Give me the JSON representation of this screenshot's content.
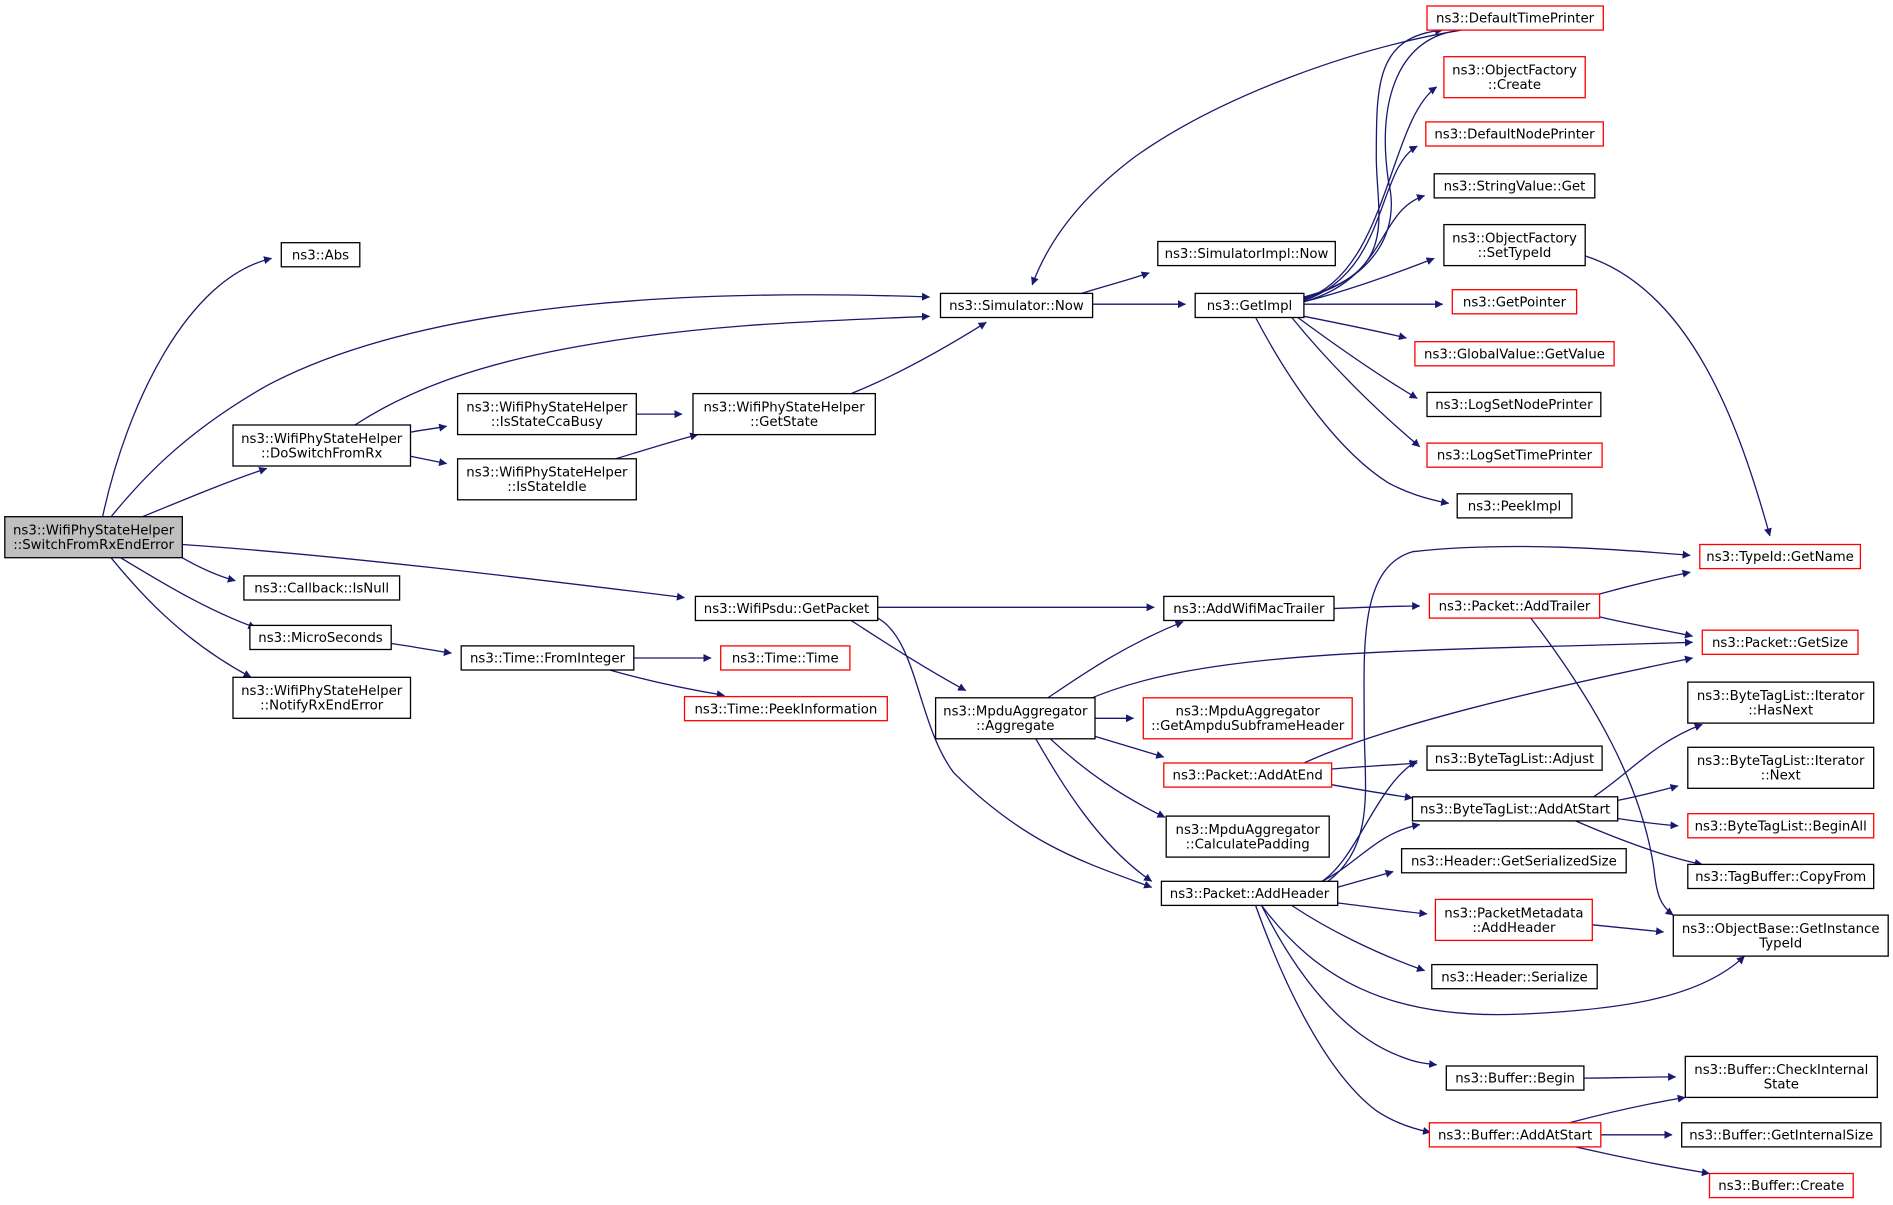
{
  "colors": {
    "edge": "#191970",
    "normal_border": "#000000",
    "truncated_border": "#ff0000",
    "root_fill": "#bfbfbf",
    "node_fill": "#ffffff",
    "text": "#000000"
  },
  "nodes": [
    {
      "id": "switchFromRxEndError",
      "lines": [
        "ns3::WifiPhyStateHelper",
        "::SwitchFromRxEndError"
      ],
      "kind": "root"
    },
    {
      "id": "abs",
      "lines": [
        "ns3::Abs"
      ],
      "kind": "normal"
    },
    {
      "id": "doSwitchFromRx",
      "lines": [
        "ns3::WifiPhyStateHelper",
        "::DoSwitchFromRx"
      ],
      "kind": "normal"
    },
    {
      "id": "callbackIsNull",
      "lines": [
        "ns3::Callback::IsNull"
      ],
      "kind": "normal"
    },
    {
      "id": "microSeconds",
      "lines": [
        "ns3::MicroSeconds"
      ],
      "kind": "normal"
    },
    {
      "id": "notifyRxEndError",
      "lines": [
        "ns3::WifiPhyStateHelper",
        "::NotifyRxEndError"
      ],
      "kind": "normal"
    },
    {
      "id": "isStateCcaBusy",
      "lines": [
        "ns3::WifiPhyStateHelper",
        "::IsStateCcaBusy"
      ],
      "kind": "normal"
    },
    {
      "id": "isStateIdle",
      "lines": [
        "ns3::WifiPhyStateHelper",
        "::IsStateIdle"
      ],
      "kind": "normal"
    },
    {
      "id": "getState",
      "lines": [
        "ns3::WifiPhyStateHelper",
        "::GetState"
      ],
      "kind": "normal"
    },
    {
      "id": "timeFromInteger",
      "lines": [
        "ns3::Time::FromInteger"
      ],
      "kind": "normal"
    },
    {
      "id": "timeTime",
      "lines": [
        "ns3::Time::Time"
      ],
      "kind": "truncated"
    },
    {
      "id": "timePeekInformation",
      "lines": [
        "ns3::Time::PeekInformation"
      ],
      "kind": "truncated"
    },
    {
      "id": "simulatorNow",
      "lines": [
        "ns3::Simulator::Now"
      ],
      "kind": "normal"
    },
    {
      "id": "wifiPsduGetPacket",
      "lines": [
        "ns3::WifiPsdu::GetPacket"
      ],
      "kind": "normal"
    },
    {
      "id": "mpduAggregate",
      "lines": [
        "ns3::MpduAggregator",
        "::Aggregate"
      ],
      "kind": "normal"
    },
    {
      "id": "simulatorImplNow",
      "lines": [
        "ns3::SimulatorImpl::Now"
      ],
      "kind": "normal"
    },
    {
      "id": "getImpl",
      "lines": [
        "ns3::GetImpl"
      ],
      "kind": "normal"
    },
    {
      "id": "addWifiMacTrailer",
      "lines": [
        "ns3::AddWifiMacTrailer"
      ],
      "kind": "normal"
    },
    {
      "id": "getAmpduSubframeHeader",
      "lines": [
        "ns3::MpduAggregator",
        "::GetAmpduSubframeHeader"
      ],
      "kind": "truncated"
    },
    {
      "id": "packetAddAtEnd",
      "lines": [
        "ns3::Packet::AddAtEnd"
      ],
      "kind": "truncated"
    },
    {
      "id": "calculatePadding",
      "lines": [
        "ns3::MpduAggregator",
        "::CalculatePadding"
      ],
      "kind": "normal"
    },
    {
      "id": "packetAddHeader",
      "lines": [
        "ns3::Packet::AddHeader"
      ],
      "kind": "normal"
    },
    {
      "id": "defaultTimePrinter",
      "lines": [
        "ns3::DefaultTimePrinter"
      ],
      "kind": "truncated"
    },
    {
      "id": "objectFactoryCreate",
      "lines": [
        "ns3::ObjectFactory",
        "::Create"
      ],
      "kind": "truncated"
    },
    {
      "id": "defaultNodePrinter",
      "lines": [
        "ns3::DefaultNodePrinter"
      ],
      "kind": "truncated"
    },
    {
      "id": "stringValueGet",
      "lines": [
        "ns3::StringValue::Get"
      ],
      "kind": "normal"
    },
    {
      "id": "objectFactorySetTypeId",
      "lines": [
        "ns3::ObjectFactory",
        "::SetTypeId"
      ],
      "kind": "normal"
    },
    {
      "id": "getPointer",
      "lines": [
        "ns3::GetPointer"
      ],
      "kind": "truncated"
    },
    {
      "id": "globalValueGetValue",
      "lines": [
        "ns3::GlobalValue::GetValue"
      ],
      "kind": "truncated"
    },
    {
      "id": "logSetNodePrinter",
      "lines": [
        "ns3::LogSetNodePrinter"
      ],
      "kind": "normal"
    },
    {
      "id": "logSetTimePrinter",
      "lines": [
        "ns3::LogSetTimePrinter"
      ],
      "kind": "truncated"
    },
    {
      "id": "peekImpl",
      "lines": [
        "ns3::PeekImpl"
      ],
      "kind": "normal"
    },
    {
      "id": "packetAddTrailer",
      "lines": [
        "ns3::Packet::AddTrailer"
      ],
      "kind": "truncated"
    },
    {
      "id": "byteTagListAdjust",
      "lines": [
        "ns3::ByteTagList::Adjust"
      ],
      "kind": "normal"
    },
    {
      "id": "byteTagListAddAtStart",
      "lines": [
        "ns3::ByteTagList::AddAtStart"
      ],
      "kind": "normal"
    },
    {
      "id": "headerGetSerializedSize",
      "lines": [
        "ns3::Header::GetSerializedSize"
      ],
      "kind": "normal"
    },
    {
      "id": "packetMetadataAddHeader",
      "lines": [
        "ns3::PacketMetadata",
        "::AddHeader"
      ],
      "kind": "truncated"
    },
    {
      "id": "headerSerialize",
      "lines": [
        "ns3::Header::Serialize"
      ],
      "kind": "normal"
    },
    {
      "id": "bufferBegin",
      "lines": [
        "ns3::Buffer::Begin"
      ],
      "kind": "normal"
    },
    {
      "id": "bufferAddAtStart",
      "lines": [
        "ns3::Buffer::AddAtStart"
      ],
      "kind": "truncated"
    },
    {
      "id": "typeIdGetName",
      "lines": [
        "ns3::TypeId::GetName"
      ],
      "kind": "truncated"
    },
    {
      "id": "packetGetSize",
      "lines": [
        "ns3::Packet::GetSize"
      ],
      "kind": "truncated"
    },
    {
      "id": "iteratorHasNext",
      "lines": [
        "ns3::ByteTagList::Iterator",
        "::HasNext"
      ],
      "kind": "normal"
    },
    {
      "id": "iteratorNext",
      "lines": [
        "ns3::ByteTagList::Iterator",
        "::Next"
      ],
      "kind": "normal"
    },
    {
      "id": "byteTagListBeginAll",
      "lines": [
        "ns3::ByteTagList::BeginAll"
      ],
      "kind": "truncated"
    },
    {
      "id": "tagBufferCopyFrom",
      "lines": [
        "ns3::TagBuffer::CopyFrom"
      ],
      "kind": "normal"
    },
    {
      "id": "objectBaseGetInstanceTypeId",
      "lines": [
        "ns3::ObjectBase::GetInstance",
        "TypeId"
      ],
      "kind": "normal"
    },
    {
      "id": "bufferCheckInternalState",
      "lines": [
        "ns3::Buffer::CheckInternal",
        "State"
      ],
      "kind": "normal"
    },
    {
      "id": "bufferGetInternalSize",
      "lines": [
        "ns3::Buffer::GetInternalSize"
      ],
      "kind": "normal"
    },
    {
      "id": "bufferCreate",
      "lines": [
        "ns3::Buffer::Create"
      ],
      "kind": "truncated"
    }
  ],
  "edges": [
    {
      "from": "switchFromRxEndError",
      "to": "abs"
    },
    {
      "from": "switchFromRxEndError",
      "to": "simulatorNow"
    },
    {
      "from": "switchFromRxEndError",
      "to": "doSwitchFromRx"
    },
    {
      "from": "switchFromRxEndError",
      "to": "wifiPsduGetPacket"
    },
    {
      "from": "switchFromRxEndError",
      "to": "callbackIsNull"
    },
    {
      "from": "switchFromRxEndError",
      "to": "microSeconds"
    },
    {
      "from": "switchFromRxEndError",
      "to": "notifyRxEndError"
    },
    {
      "from": "doSwitchFromRx",
      "to": "simulatorNow"
    },
    {
      "from": "doSwitchFromRx",
      "to": "isStateCcaBusy"
    },
    {
      "from": "doSwitchFromRx",
      "to": "isStateIdle"
    },
    {
      "from": "isStateCcaBusy",
      "to": "getState"
    },
    {
      "from": "isStateIdle",
      "to": "getState"
    },
    {
      "from": "getState",
      "to": "simulatorNow"
    },
    {
      "from": "microSeconds",
      "to": "timeFromInteger"
    },
    {
      "from": "timeFromInteger",
      "to": "timeTime"
    },
    {
      "from": "timeFromInteger",
      "to": "timePeekInformation"
    },
    {
      "from": "simulatorNow",
      "to": "simulatorImplNow"
    },
    {
      "from": "simulatorNow",
      "to": "getImpl"
    },
    {
      "from": "getImpl",
      "to": "simulatorNow"
    },
    {
      "from": "getImpl",
      "to": "defaultTimePrinter"
    },
    {
      "from": "getImpl",
      "to": "objectFactoryCreate"
    },
    {
      "from": "getImpl",
      "to": "defaultNodePrinter"
    },
    {
      "from": "getImpl",
      "to": "stringValueGet"
    },
    {
      "from": "getImpl",
      "to": "objectFactorySetTypeId"
    },
    {
      "from": "getImpl",
      "to": "getPointer"
    },
    {
      "from": "getImpl",
      "to": "globalValueGetValue"
    },
    {
      "from": "getImpl",
      "to": "logSetNodePrinter"
    },
    {
      "from": "getImpl",
      "to": "logSetTimePrinter"
    },
    {
      "from": "getImpl",
      "to": "peekImpl"
    },
    {
      "from": "objectFactorySetTypeId",
      "to": "typeIdGetName"
    },
    {
      "from": "wifiPsduGetPacket",
      "to": "addWifiMacTrailer"
    },
    {
      "from": "wifiPsduGetPacket",
      "to": "mpduAggregate"
    },
    {
      "from": "wifiPsduGetPacket",
      "to": "packetAddHeader"
    },
    {
      "from": "mpduAggregate",
      "to": "addWifiMacTrailer"
    },
    {
      "from": "mpduAggregate",
      "to": "packetGetSize"
    },
    {
      "from": "mpduAggregate",
      "to": "getAmpduSubframeHeader"
    },
    {
      "from": "mpduAggregate",
      "to": "packetAddAtEnd"
    },
    {
      "from": "mpduAggregate",
      "to": "calculatePadding"
    },
    {
      "from": "mpduAggregate",
      "to": "packetAddHeader"
    },
    {
      "from": "addWifiMacTrailer",
      "to": "packetAddTrailer"
    },
    {
      "from": "packetAddTrailer",
      "to": "typeIdGetName"
    },
    {
      "from": "packetAddTrailer",
      "to": "packetGetSize"
    },
    {
      "from": "packetAddTrailer",
      "to": "objectBaseGetInstanceTypeId"
    },
    {
      "from": "packetAddAtEnd",
      "to": "packetGetSize"
    },
    {
      "from": "packetAddAtEnd",
      "to": "byteTagListAdjust"
    },
    {
      "from": "packetAddAtEnd",
      "to": "byteTagListAddAtStart"
    },
    {
      "from": "packetAddHeader",
      "to": "typeIdGetName"
    },
    {
      "from": "packetAddHeader",
      "to": "byteTagListAdjust"
    },
    {
      "from": "packetAddHeader",
      "to": "byteTagListAddAtStart"
    },
    {
      "from": "packetAddHeader",
      "to": "headerGetSerializedSize"
    },
    {
      "from": "packetAddHeader",
      "to": "packetMetadataAddHeader"
    },
    {
      "from": "packetAddHeader",
      "to": "headerSerialize"
    },
    {
      "from": "packetAddHeader",
      "to": "objectBaseGetInstanceTypeId"
    },
    {
      "from": "packetAddHeader",
      "to": "bufferBegin"
    },
    {
      "from": "packetAddHeader",
      "to": "bufferAddAtStart"
    },
    {
      "from": "byteTagListAddAtStart",
      "to": "iteratorHasNext"
    },
    {
      "from": "byteTagListAddAtStart",
      "to": "iteratorNext"
    },
    {
      "from": "byteTagListAddAtStart",
      "to": "byteTagListBeginAll"
    },
    {
      "from": "byteTagListAddAtStart",
      "to": "tagBufferCopyFrom"
    },
    {
      "from": "packetMetadataAddHeader",
      "to": "objectBaseGetInstanceTypeId"
    },
    {
      "from": "bufferBegin",
      "to": "bufferCheckInternalState"
    },
    {
      "from": "bufferAddAtStart",
      "to": "bufferCheckInternalState"
    },
    {
      "from": "bufferAddAtStart",
      "to": "bufferGetInternalSize"
    },
    {
      "from": "bufferAddAtStart",
      "to": "bufferCreate"
    }
  ]
}
